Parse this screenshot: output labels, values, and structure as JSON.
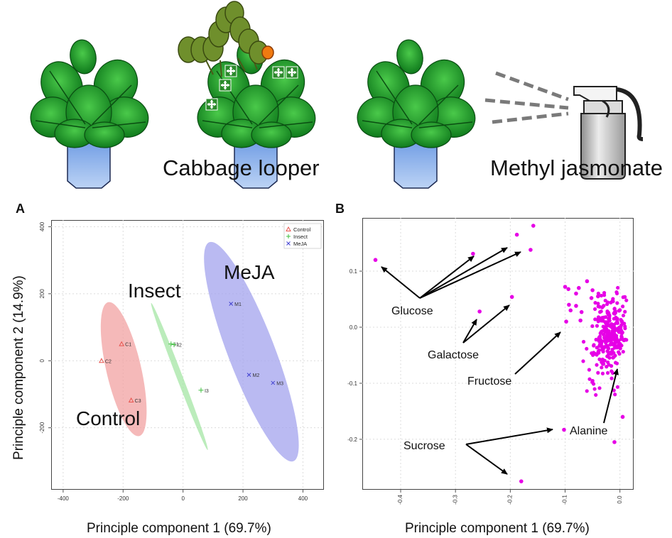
{
  "illustration": {
    "labels": [
      "Cabbage looper",
      "Methyl jasmonate"
    ]
  },
  "panels": {
    "a_letter": "A",
    "b_letter": "B"
  },
  "chart_data": [
    {
      "type": "scatter",
      "panel": "A",
      "xlabel": "Principle component 1 (69.7%)",
      "ylabel": "Principle component 2 (14.9%)",
      "xlim": [
        -440,
        470
      ],
      "ylim": [
        -385,
        420
      ],
      "xticks": [
        -400,
        -200,
        0,
        200,
        400
      ],
      "yticks": [
        -200,
        0,
        200,
        400
      ],
      "grid": true,
      "legend_position": "top-right",
      "series": [
        {
          "name": "Control",
          "marker": "triangle",
          "color": "#e8544e",
          "points": [
            {
              "label": "C1",
              "x": -205,
              "y": 50
            },
            {
              "label": "C2",
              "x": -272,
              "y": 0
            },
            {
              "label": "C3",
              "x": -173,
              "y": -118
            }
          ]
        },
        {
          "name": "Insect",
          "marker": "plus",
          "color": "#3fbf3f",
          "points": [
            {
              "label": "I1",
              "x": -40,
              "y": 50
            },
            {
              "label": "I2",
              "x": -30,
              "y": 48
            },
            {
              "label": "I3",
              "x": 60,
              "y": -88
            }
          ]
        },
        {
          "name": "MeJA",
          "marker": "cross",
          "color": "#4040d0",
          "points": [
            {
              "label": "M1",
              "x": 160,
              "y": 170
            },
            {
              "label": "M2",
              "x": 220,
              "y": -42
            },
            {
              "label": "M3",
              "x": 300,
              "y": -66
            }
          ]
        }
      ],
      "ellipses": [
        {
          "group": "Control",
          "cx": -198,
          "cy": -25,
          "rx": 58,
          "ry": 205,
          "angle": -13,
          "color": "#f2a1a1"
        },
        {
          "group": "Insect",
          "cx": -12,
          "cy": -47,
          "rx": 10,
          "ry": 235,
          "angle": -21,
          "color": "#a4e6a4"
        },
        {
          "group": "MeJA",
          "cx": 228,
          "cy": 27,
          "rx": 78,
          "ry": 350,
          "angle": -21,
          "color": "#a3a3ee"
        }
      ],
      "annotations": [
        "MeJA",
        "Insect",
        "Control"
      ]
    },
    {
      "type": "scatter",
      "panel": "B",
      "xlabel": "Principle component 1 (69.7%)",
      "ylabel": "",
      "xlim": [
        -0.47,
        0.025
      ],
      "ylim": [
        -0.29,
        0.195
      ],
      "xticks": [
        -0.4,
        -0.3,
        -0.2,
        -0.1,
        0.0
      ],
      "yticks": [
        0.1,
        0.0,
        -0.1,
        -0.2
      ],
      "grid": true,
      "color": "#e600e6",
      "points": [
        {
          "x": -0.446,
          "y": 0.12
        },
        {
          "x": -0.268,
          "y": 0.131
        },
        {
          "x": -0.188,
          "y": 0.165
        },
        {
          "x": -0.158,
          "y": 0.181
        },
        {
          "x": -0.163,
          "y": 0.138
        },
        {
          "x": -0.256,
          "y": 0.028
        },
        {
          "x": -0.197,
          "y": 0.054
        },
        {
          "x": -0.18,
          "y": -0.275
        },
        {
          "x": -0.102,
          "y": -0.183
        },
        {
          "x": 0.005,
          "y": -0.16
        },
        {
          "x": -0.01,
          "y": -0.205
        },
        {
          "x": -0.1,
          "y": 0.072
        },
        {
          "x": -0.094,
          "y": 0.068
        },
        {
          "x": -0.075,
          "y": 0.07
        },
        {
          "x": -0.08,
          "y": 0.06
        },
        {
          "x": -0.06,
          "y": 0.082
        },
        {
          "x": -0.05,
          "y": 0.066
        },
        {
          "x": -0.093,
          "y": 0.04
        },
        {
          "x": -0.08,
          "y": 0.038
        },
        {
          "x": -0.09,
          "y": 0.03
        },
        {
          "x": -0.07,
          "y": 0.027
        },
        {
          "x": -0.098,
          "y": 0.01
        },
        {
          "x": -0.072,
          "y": 0.012
        },
        {
          "x": -0.052,
          "y": 0.052
        },
        {
          "x": -0.04,
          "y": 0.055
        }
      ],
      "clusters": [
        {
          "cx": -0.015,
          "cy": 0.0,
          "sx": 0.014,
          "sy": 0.028,
          "n": 230
        },
        {
          "cx": -0.035,
          "cy": -0.055,
          "sx": 0.015,
          "sy": 0.035,
          "n": 55
        }
      ],
      "annotations": [
        "Glucose",
        "Galactose",
        "Fructose",
        "Sucrose",
        "Alanine"
      ]
    }
  ]
}
